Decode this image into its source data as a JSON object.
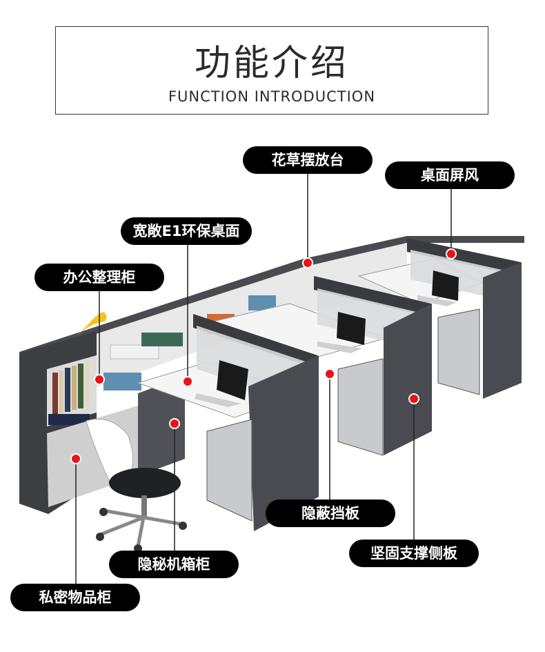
{
  "header": {
    "title_cn": "功能介绍",
    "title_en": "FUNCTION INTRODUCTION"
  },
  "callouts": {
    "plant_shelf": "花草摆放台",
    "desk_screen": "桌面屏风",
    "wide_desktop": "宽敞E1环保桌面",
    "office_cabinet": "办公整理柜",
    "hidden_baffle": "隐蔽挡板",
    "hidden_host_cabinet": "隐秘机箱柜",
    "side_panel": "坚固支撑侧板",
    "private_cabinet": "私密物品柜"
  },
  "colors": {
    "frame": "#3a3b3f",
    "desktop": "#f4f4f4",
    "marker": "#e8131a",
    "pill": "#000000"
  }
}
